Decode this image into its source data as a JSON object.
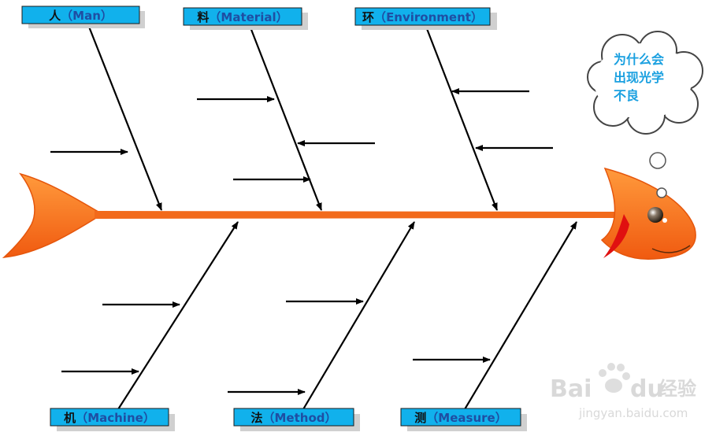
{
  "colors": {
    "fish": "#f26a1b",
    "fish_light": "#ff9a3c",
    "label_fill": "#11b1ec",
    "label_text_cn": "#111111",
    "label_text_en": "#1f4ea3",
    "cloud_text": "#1aa0e0",
    "arrow": "#000000"
  },
  "categories": {
    "man": {
      "cn": "人",
      "lparen": "（",
      "en": "Man",
      "rparen": "）"
    },
    "material": {
      "cn": "料",
      "lparen": "（",
      "en": "Material",
      "rparen": "）"
    },
    "environment": {
      "cn": "环",
      "lparen": "（",
      "en": "Environment",
      "rparen": "）"
    },
    "machine": {
      "cn": "机",
      "lparen": "（",
      "en": "Machine",
      "rparen": "）"
    },
    "method": {
      "cn": "法",
      "lparen": "（",
      "en": "Method",
      "rparen": "）"
    },
    "measure": {
      "cn": "测",
      "lparen": "（",
      "en": "Measure",
      "rparen": "）"
    }
  },
  "problem": {
    "line1": "为什么会",
    "line2": "出现光学",
    "line3": "不良"
  },
  "watermark": {
    "brand": "Bai",
    "brand_tail": "du",
    "product": "经验",
    "url": "jingyan.baidu.com"
  }
}
